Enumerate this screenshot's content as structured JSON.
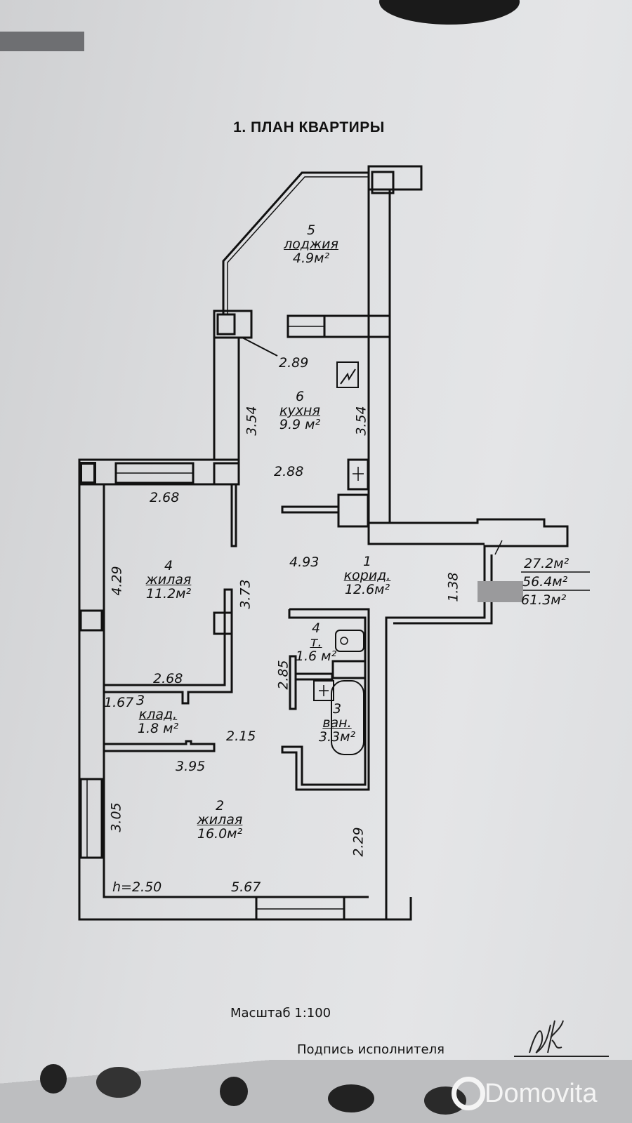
{
  "document": {
    "title": "1. ПЛАН КВАРТИРЫ",
    "scale_label": "Масштаб 1:100",
    "signature_label": "Подпись исполнителя",
    "watermark": "Domovita",
    "ceiling_height": "h=2.50"
  },
  "rooms": [
    {
      "number": "1",
      "name": "корид.",
      "area": "12.6м²"
    },
    {
      "number": "2",
      "name": "жилая",
      "area": "16.0м²"
    },
    {
      "number": "3",
      "name": "клад.",
      "area": "1.8 м²"
    },
    {
      "number": "3",
      "name": "ван.",
      "area": "3.3м²"
    },
    {
      "number": "4",
      "name": "т.",
      "area": "1.6 м²"
    },
    {
      "number": "4",
      "name": "жилая",
      "area": "11.2м²"
    },
    {
      "number": "5",
      "name": "лоджия",
      "area": "4.9м²"
    },
    {
      "number": "6",
      "name": "кухня",
      "area": "9.9 м²"
    }
  ],
  "dimensions": {
    "kitchen_top": "2.89",
    "kitchen_left": "3.54",
    "kitchen_right": "3.54",
    "kitchen_bottom": "2.88",
    "living4_top": "2.68",
    "living4_left": "4.29",
    "living4_right": "3.73",
    "living4_bottom": "2.68",
    "corridor_len": "4.93",
    "corridor_width": "1.38",
    "storage_width": "1.67",
    "storage_depth": "2.15",
    "bath_height": "2.85",
    "living2_top": "3.95",
    "living2_left": "3.05",
    "living2_right": "2.29",
    "living2_bottom": "5.67"
  },
  "totals": {
    "living_area": "27.2м²",
    "total_area": "56.4м²",
    "total_with_loggia": "61.3м²"
  }
}
